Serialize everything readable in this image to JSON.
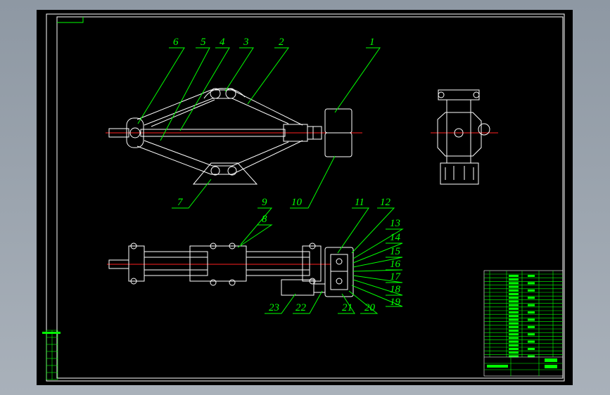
{
  "drawing": {
    "colors": {
      "background": "#000000",
      "frame": "#ffffff",
      "leader": "#00ff00",
      "centerline": "#ff0000",
      "outer_bg": "#9aa3ad"
    },
    "callouts": {
      "c1": "1",
      "c2": "2",
      "c3": "3",
      "c4": "4",
      "c5": "5",
      "c6": "6",
      "c7": "7",
      "c8": "8",
      "c9": "9",
      "c10": "10",
      "c11": "11",
      "c12": "12",
      "c13": "13",
      "c14": "14",
      "c15": "15",
      "c16": "16",
      "c17": "17",
      "c18": "18",
      "c19": "19",
      "c20": "20",
      "c21": "21",
      "c22": "22",
      "c23": "23"
    }
  }
}
